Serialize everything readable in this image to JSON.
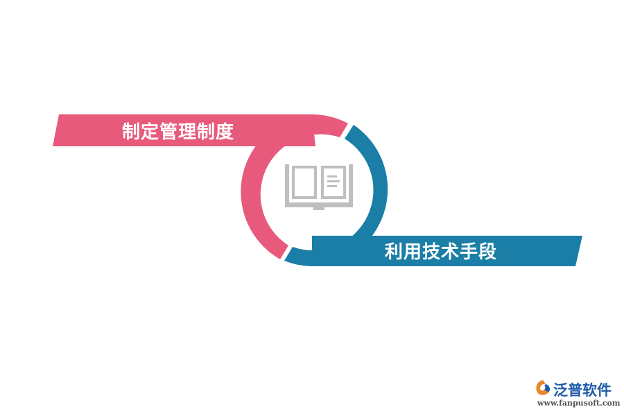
{
  "diagram": {
    "steps": [
      {
        "label": "制定管理制度",
        "color": "#e85a7b"
      },
      {
        "label": "利用技术手段",
        "color": "#1a7ea6"
      }
    ],
    "center_icon": "open-book-icon",
    "icon_color": "#bfbfbf"
  },
  "watermark": {
    "name": "泛普软件",
    "url": "www.fanpusoft.com",
    "brand_colors": [
      "#1f5aa8",
      "#e8862a"
    ]
  }
}
